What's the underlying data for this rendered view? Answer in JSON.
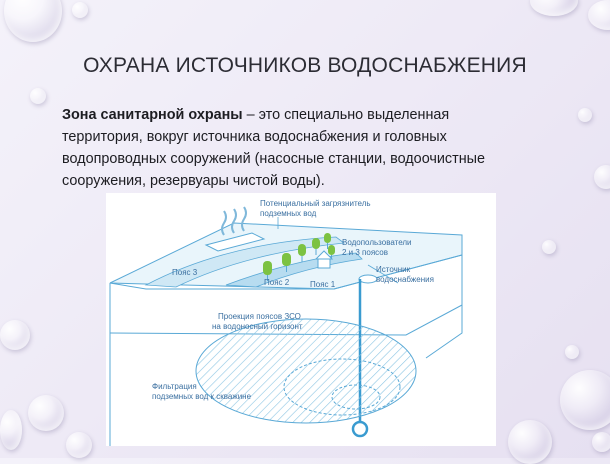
{
  "slide": {
    "title": "ОХРАНА ИСТОЧНИКОВ ВОДОСНАБЖЕНИЯ",
    "term": "Зона санитарной охраны",
    "definition": " – это специально выделенная территория, вокруг источника водоснабжения и головных водопроводных сооружений (насосные станции, водоочистные сооружения, резервуары чистой воды)."
  },
  "diagram": {
    "labels": {
      "polluter_line1": "Потенциальный загрязнитель",
      "polluter_line2": "подземных вод",
      "users_line1": "Водопользователи",
      "users_line2": "2 и 3 поясов",
      "source_line1": "Источник",
      "source_line2": "водоснабжения",
      "belt3": "Пояс 3",
      "belt2": "Пояс 2",
      "belt1": "Пояс 1",
      "projection_line1": "Проекция поясов ЗСО",
      "projection_line2": "на водоносный горизонт",
      "filtration_line1": "Фильтрация",
      "filtration_line2": "подземных вод к скважине"
    },
    "colors": {
      "line": "#5aa9d6",
      "ground_top": "#e9f5fb",
      "belt_band": "#cfe8f5",
      "tree": "#7cc242",
      "text": "#3a6fa0"
    }
  }
}
